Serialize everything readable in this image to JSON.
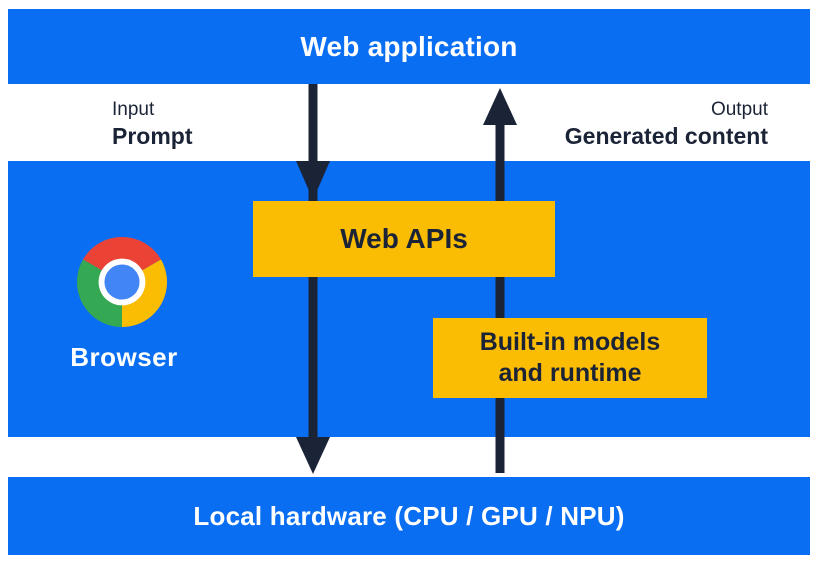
{
  "colors": {
    "blue": "#0A6EF3",
    "yellow": "#FBBC04",
    "ink": "#1B2437",
    "chrome-red": "#EA4335",
    "chrome-green": "#34A853",
    "chrome-yellow": "#FBBC04",
    "chrome-blue": "#4285F4"
  },
  "layers": {
    "web_application": "Web application",
    "local_hardware": "Local hardware (CPU / GPU / NPU)"
  },
  "annotations": {
    "input": {
      "title": "Input",
      "value": "Prompt"
    },
    "output": {
      "title": "Output",
      "value": "Generated content"
    }
  },
  "browser": {
    "label": "Browser"
  },
  "boxes": {
    "web_apis": "Web APIs",
    "built_in_line1": "Built-in models",
    "built_in_line2": "and runtime"
  },
  "icons": {
    "browser": "chrome-logo",
    "flow_down": "arrow-down",
    "flow_up": "arrow-up"
  }
}
